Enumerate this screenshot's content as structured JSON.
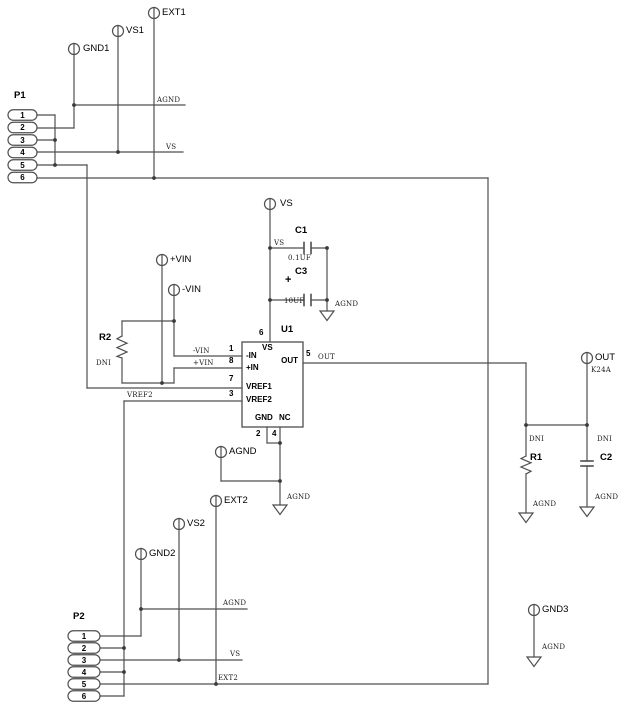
{
  "flags": {
    "ext1": "EXT1",
    "vs1": "VS1",
    "gnd1": "GND1",
    "vs": "VS",
    "pvin": "+VIN",
    "nvin": "-VIN",
    "out": "OUT",
    "out_code": "K24A",
    "agnd": "AGND",
    "ext2": "EXT2",
    "vs2": "VS2",
    "gnd2": "GND2",
    "gnd3": "GND3"
  },
  "ground_label": "AGND",
  "net_labels": {
    "agnd_p1": "AGND",
    "vs_p1": "VS",
    "vs_c1": "VS",
    "nvin": "-VIN",
    "pvin": "+VIN",
    "vref2": "VREF2",
    "out": "OUT",
    "agnd_p2": "AGND",
    "vs_p2": "VS",
    "ext2": "EXT2"
  },
  "components": {
    "p1": {
      "ref": "P1",
      "pins": [
        "1",
        "2",
        "3",
        "4",
        "5",
        "6"
      ]
    },
    "p2": {
      "ref": "P2",
      "pins": [
        "1",
        "2",
        "3",
        "4",
        "5",
        "6"
      ]
    },
    "u1": {
      "ref": "U1",
      "pin_numbers": {
        "n1": "1",
        "n8": "8",
        "n7": "7",
        "n3": "3",
        "n6": "6",
        "n5": "5",
        "n2": "2",
        "n4": "4"
      },
      "pin_names": {
        "in_neg": "-IN",
        "in_pos": "+IN",
        "vref1": "VREF1",
        "vref2": "VREF2",
        "vs": "VS",
        "out": "OUT",
        "gnd": "GND",
        "nc": "NC"
      }
    },
    "c1": {
      "ref": "C1",
      "value": "0.1UF"
    },
    "c3": {
      "ref": "C3",
      "value": "10UF",
      "polarity": "+"
    },
    "c2": {
      "ref": "C2",
      "dni": "DNI"
    },
    "r1": {
      "ref": "R1",
      "dni": "DNI"
    },
    "r2": {
      "ref": "R2",
      "dni": "DNI"
    }
  },
  "colors": {
    "wire": "#4f4f4f",
    "text": "#000000",
    "background": "#ffffff"
  }
}
